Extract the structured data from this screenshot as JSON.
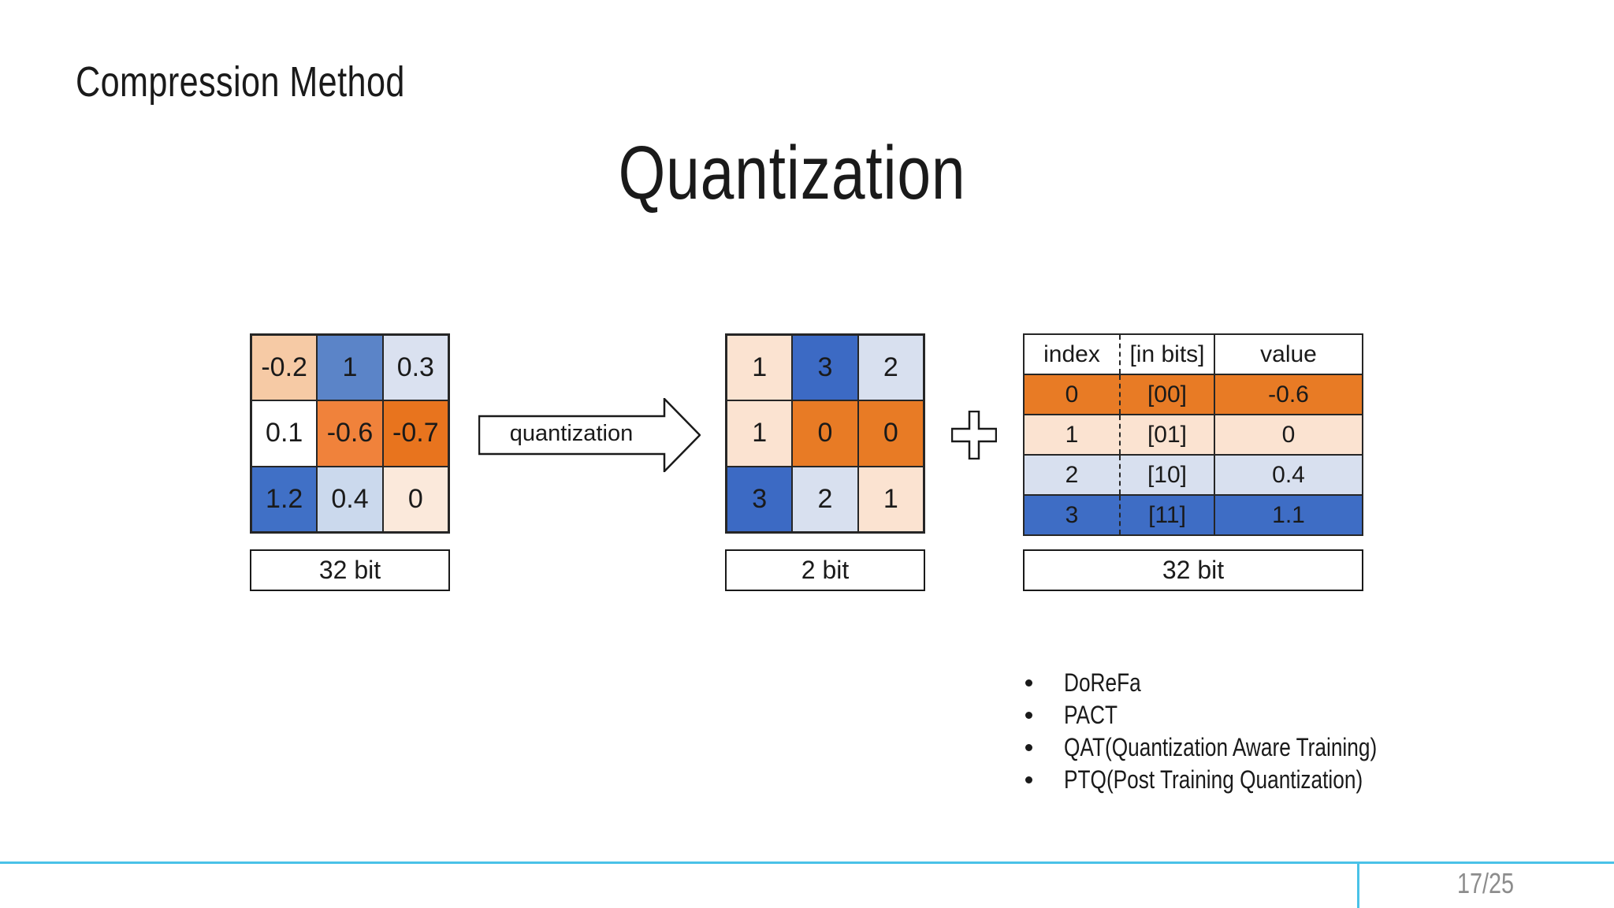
{
  "slide": {
    "header": "Compression Method",
    "title": "Quantization",
    "page_number": "17/25",
    "accent_color": "#4AC2E8"
  },
  "fp_matrix": {
    "bit_label": "32 bit",
    "cells": [
      {
        "value": "-0.2",
        "bg": "#F6CAA5"
      },
      {
        "value": "1",
        "bg": "#5B84C8"
      },
      {
        "value": "0.3",
        "bg": "#DAE1F0"
      },
      {
        "value": "0.1",
        "bg": "#FFFFFF"
      },
      {
        "value": "-0.6",
        "bg": "#F0823B"
      },
      {
        "value": "-0.7",
        "bg": "#E8741E"
      },
      {
        "value": "1.2",
        "bg": "#4070C6"
      },
      {
        "value": "0.4",
        "bg": "#CBD9ED"
      },
      {
        "value": "0",
        "bg": "#FBE9DB"
      }
    ]
  },
  "arrow": {
    "label": "quantization"
  },
  "quant_matrix": {
    "bit_label": "2 bit",
    "cells": [
      {
        "value": "1",
        "bg": "#FBE3D1"
      },
      {
        "value": "3",
        "bg": "#3C6AC4"
      },
      {
        "value": "2",
        "bg": "#D8E0EF"
      },
      {
        "value": "1",
        "bg": "#FBE3D1"
      },
      {
        "value": "0",
        "bg": "#E87B25"
      },
      {
        "value": "0",
        "bg": "#E87B25"
      },
      {
        "value": "3",
        "bg": "#3C6AC4"
      },
      {
        "value": "2",
        "bg": "#D8E0EF"
      },
      {
        "value": "1",
        "bg": "#FBE3D1"
      }
    ]
  },
  "lookup_table": {
    "bit_label": "32 bit",
    "headers": [
      "index",
      "[in bits]",
      "value"
    ],
    "rows": [
      {
        "index": "0",
        "bits": "[00]",
        "value": "-0.6",
        "bg": "#E87B25"
      },
      {
        "index": "1",
        "bits": "[01]",
        "value": "0",
        "bg": "#FBE3D1"
      },
      {
        "index": "2",
        "bits": "[10]",
        "value": "0.4",
        "bg": "#D8E0EF"
      },
      {
        "index": "3",
        "bits": "[11]",
        "value": "1.1",
        "bg": "#3E6DC5"
      }
    ]
  },
  "methods": {
    "items": [
      "DoReFa",
      "PACT",
      "QAT(Quantization Aware Training)",
      "PTQ(Post Training Quantization)"
    ]
  }
}
